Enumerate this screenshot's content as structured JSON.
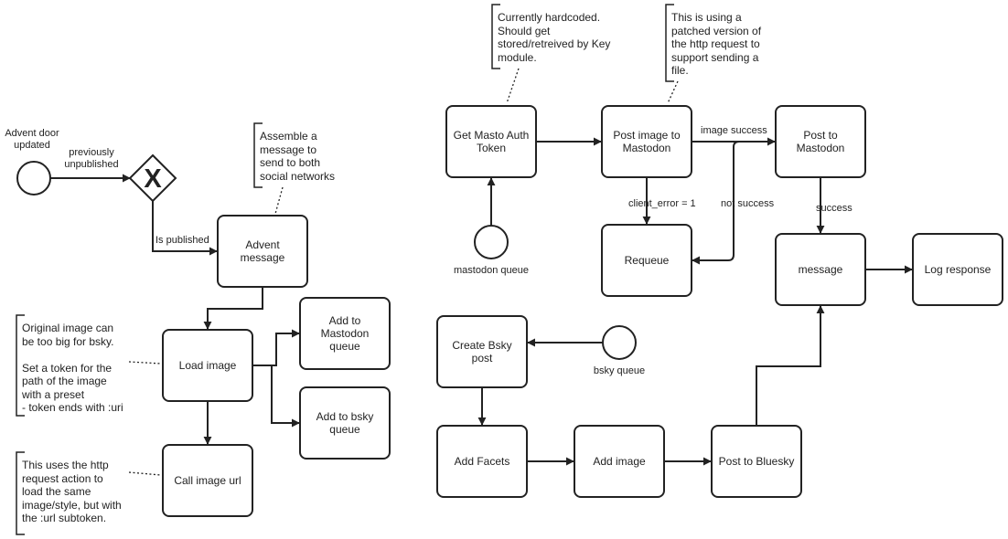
{
  "events": {
    "advent_door": "Advent door\nupdated",
    "mastodon_queue": "mastodon queue",
    "bsky_queue": "bsky queue"
  },
  "gateway": {
    "symbol": "X"
  },
  "tasks": {
    "advent_message": "Advent\nmessage",
    "load_image": "Load image",
    "call_image_url": "Call image url",
    "add_mastodon_queue": "Add to\nMastodon\nqueue",
    "add_bsky_queue": "Add to bsky\nqueue",
    "get_masto_auth": "Get Masto Auth\nToken",
    "post_image_mastodon": "Post image to\nMastodon",
    "post_to_mastodon": "Post to\nMastodon",
    "requeue": "Requeue",
    "message": "message",
    "log_response": "Log response",
    "create_bsky_post": "Create Bsky\npost",
    "add_facets": "Add Facets",
    "add_image": "Add image",
    "post_to_bluesky": "Post to Bluesky"
  },
  "edge_labels": {
    "previously_unpublished": "previously\nunpublished",
    "is_published": "Is published",
    "image_success": "image success",
    "client_error": "client_error = 1",
    "not_success": "not success",
    "success": "success"
  },
  "notes": {
    "assemble": "Assemble a\nmessage to\nsend to both\nsocial networks",
    "hardcoded": "Currently hardcoded.\nShould get\nstored/retreived by Key\nmodule.",
    "patched": "This is using a\npatched version of\nthe http request to\nsupport sending a\nfile.",
    "original_image": "Original image can\nbe too big for bsky.\n\nSet a token for the\npath of the image\nwith a preset\n- token ends with :uri",
    "http_request": "This uses the http\nrequest action to\nload the same\nimage/style, but with\nthe :url subtoken."
  }
}
